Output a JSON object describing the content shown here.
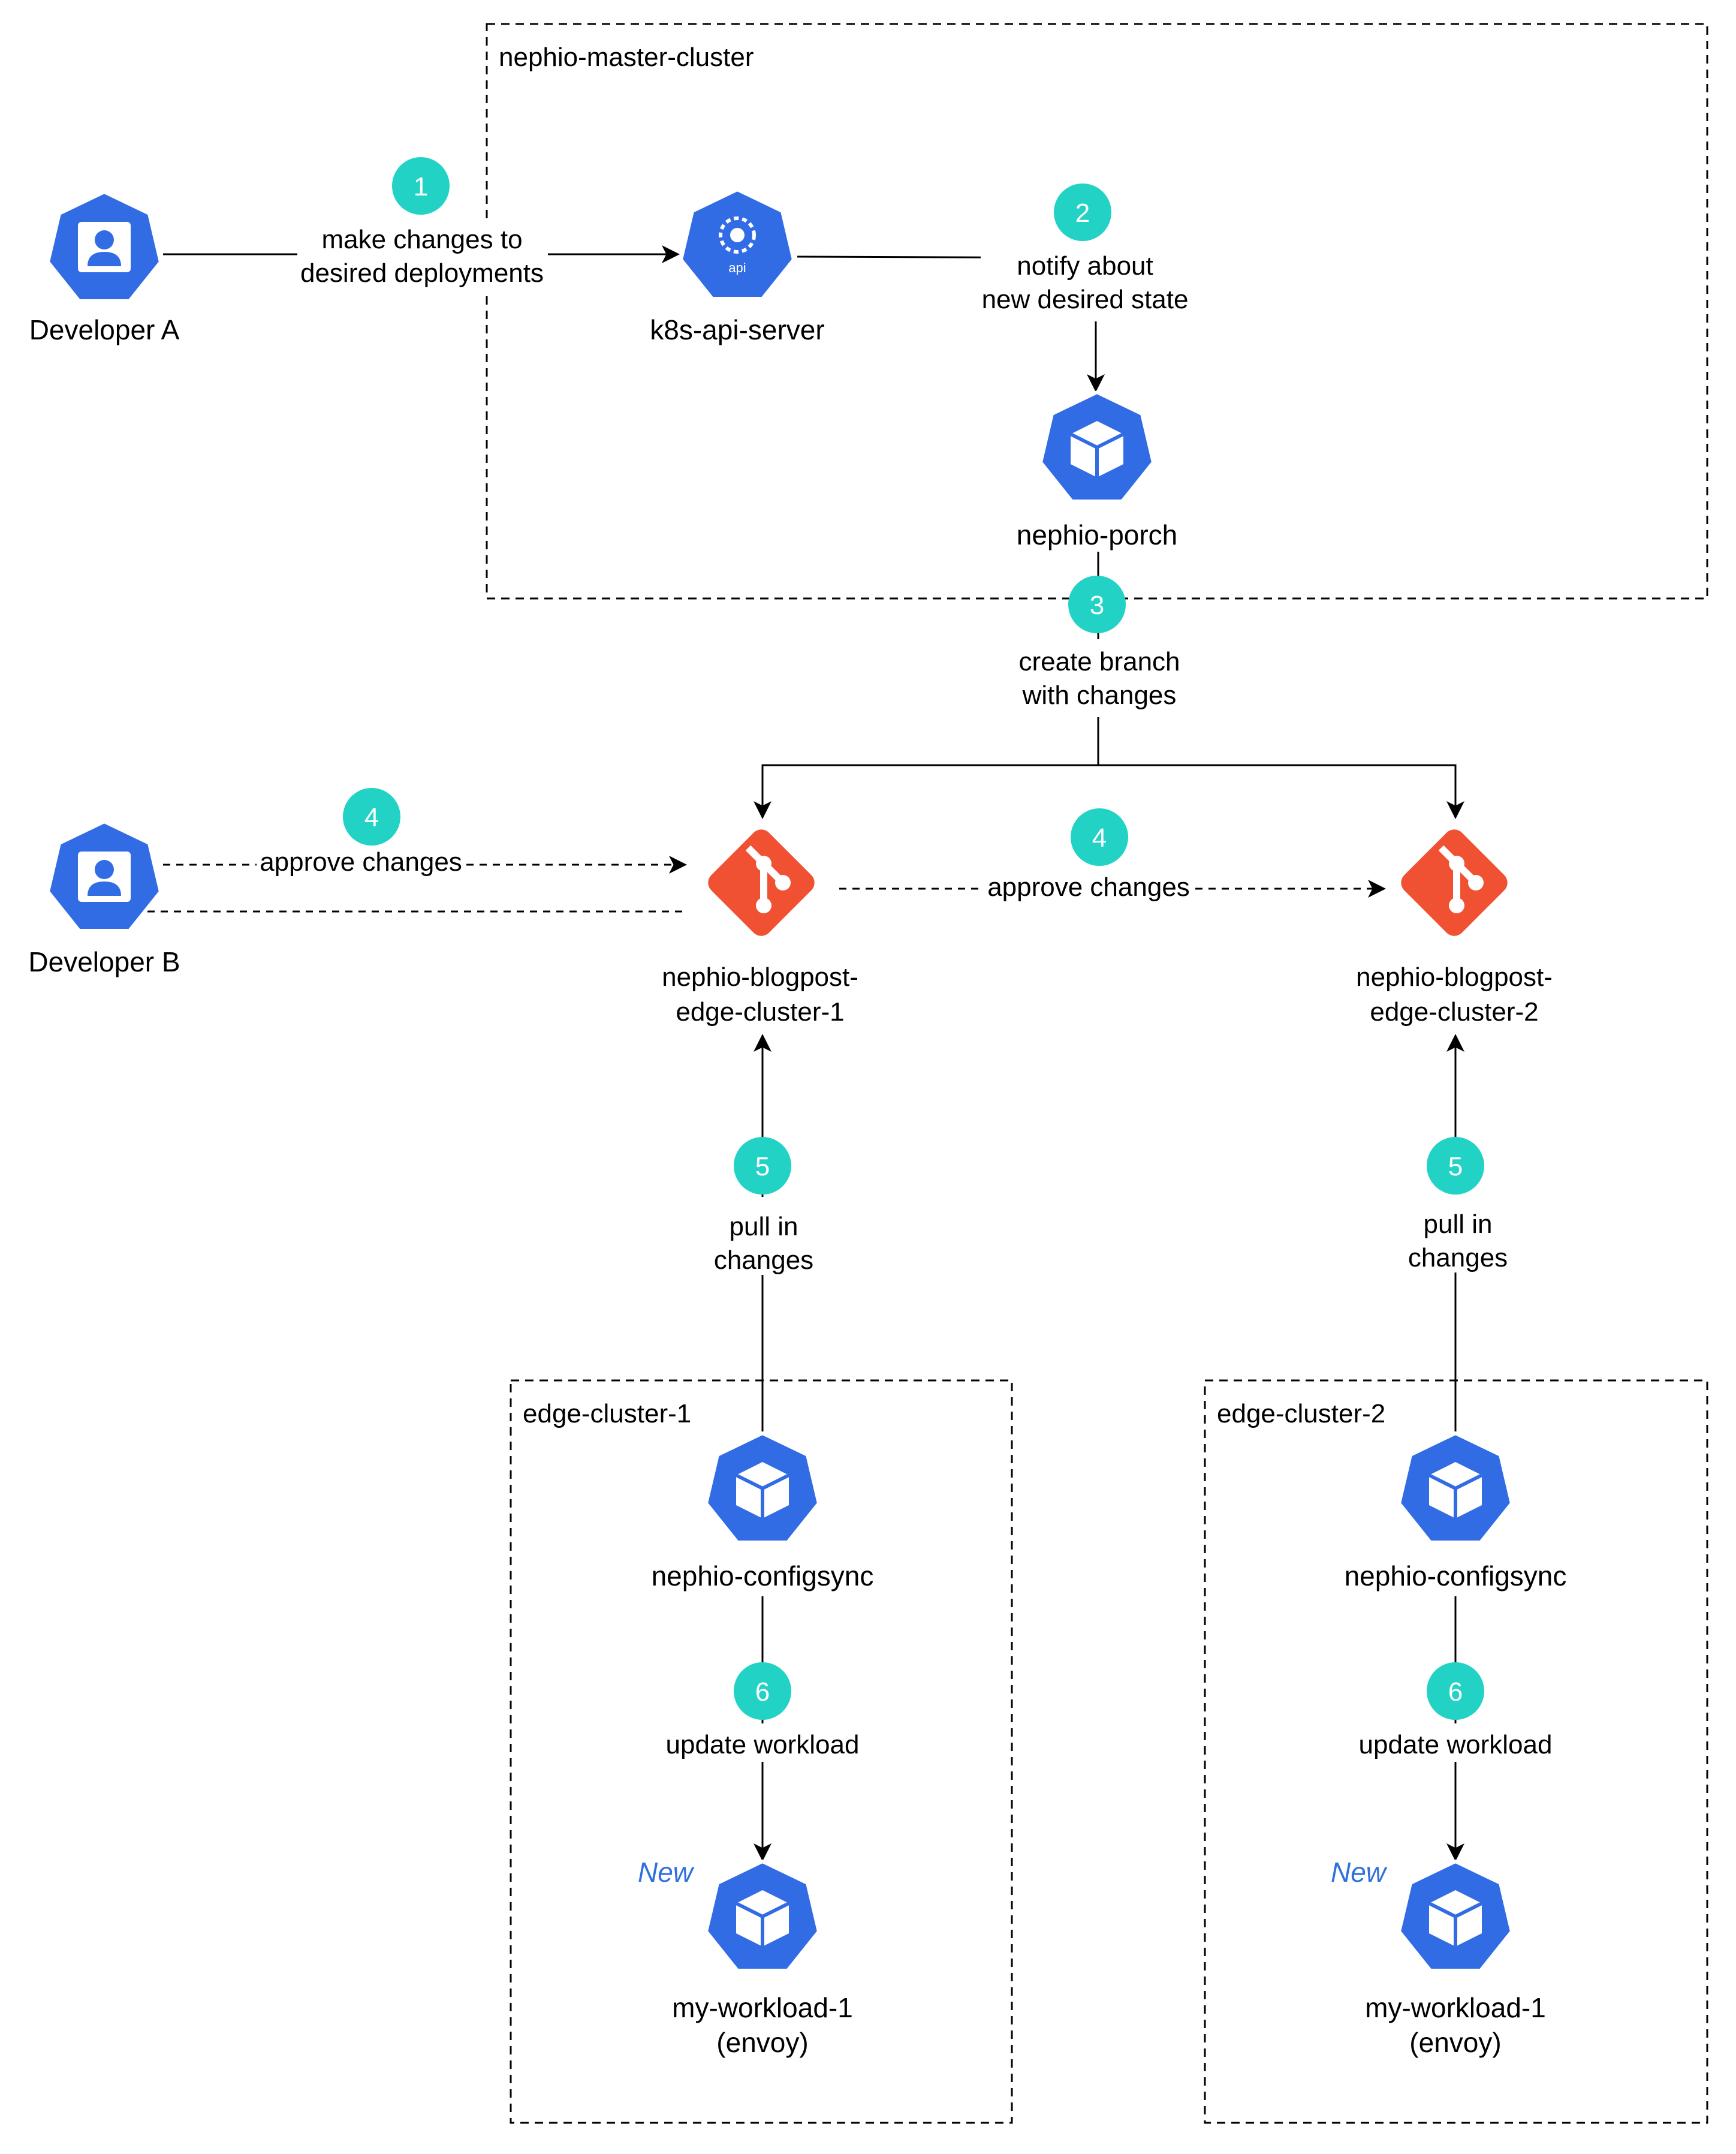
{
  "colors": {
    "k8s_blue": "#326ce5",
    "step_teal": "#22d3c5",
    "git_red": "#f05133",
    "new_blue": "#2f6fde",
    "line": "#000000"
  },
  "clusters": {
    "master": "nephio-master-cluster",
    "edge1": "edge-cluster-1",
    "edge2": "edge-cluster-2"
  },
  "nodes": {
    "developer_a": {
      "label": "Developer A",
      "icon": "user-icon"
    },
    "developer_b": {
      "label": "Developer B",
      "icon": "user-icon"
    },
    "api_server": {
      "label": "k8s-api-server",
      "icon": "k8s-api-icon",
      "badge": "api"
    },
    "porch": {
      "label": "nephio-porch",
      "icon": "k8s-pod-icon"
    },
    "repo1": {
      "label_line1": "nephio-blogpost-",
      "label_line2": "edge-cluster-1",
      "icon": "git-icon"
    },
    "repo2": {
      "label_line1": "nephio-blogpost-",
      "label_line2": "edge-cluster-2",
      "icon": "git-icon"
    },
    "configsync1": {
      "label": "nephio-configsync",
      "icon": "k8s-pod-icon"
    },
    "configsync2": {
      "label": "nephio-configsync",
      "icon": "k8s-pod-icon"
    },
    "workload1": {
      "label_line1": "my-workload-1",
      "label_line2": "(envoy)",
      "tag": "New",
      "icon": "k8s-pod-icon"
    },
    "workload2": {
      "label_line1": "my-workload-1",
      "label_line2": "(envoy)",
      "tag": "New",
      "icon": "k8s-pod-icon"
    }
  },
  "steps": {
    "s1": {
      "num": "1",
      "line1": "make changes to",
      "line2": "desired deployments"
    },
    "s2": {
      "num": "2",
      "line1": "notify about",
      "line2": "new desired state"
    },
    "s3": {
      "num": "3",
      "line1": "create branch",
      "line2": "with changes"
    },
    "s4a": {
      "num": "4",
      "line1": "approve changes"
    },
    "s4b": {
      "num": "4",
      "line1": "approve changes"
    },
    "s5a": {
      "num": "5",
      "line1": "pull in",
      "line2": "changes"
    },
    "s5b": {
      "num": "5",
      "line1": "pull in",
      "line2": "changes"
    },
    "s6a": {
      "num": "6",
      "line1": "update workload"
    },
    "s6b": {
      "num": "6",
      "line1": "update workload"
    }
  }
}
